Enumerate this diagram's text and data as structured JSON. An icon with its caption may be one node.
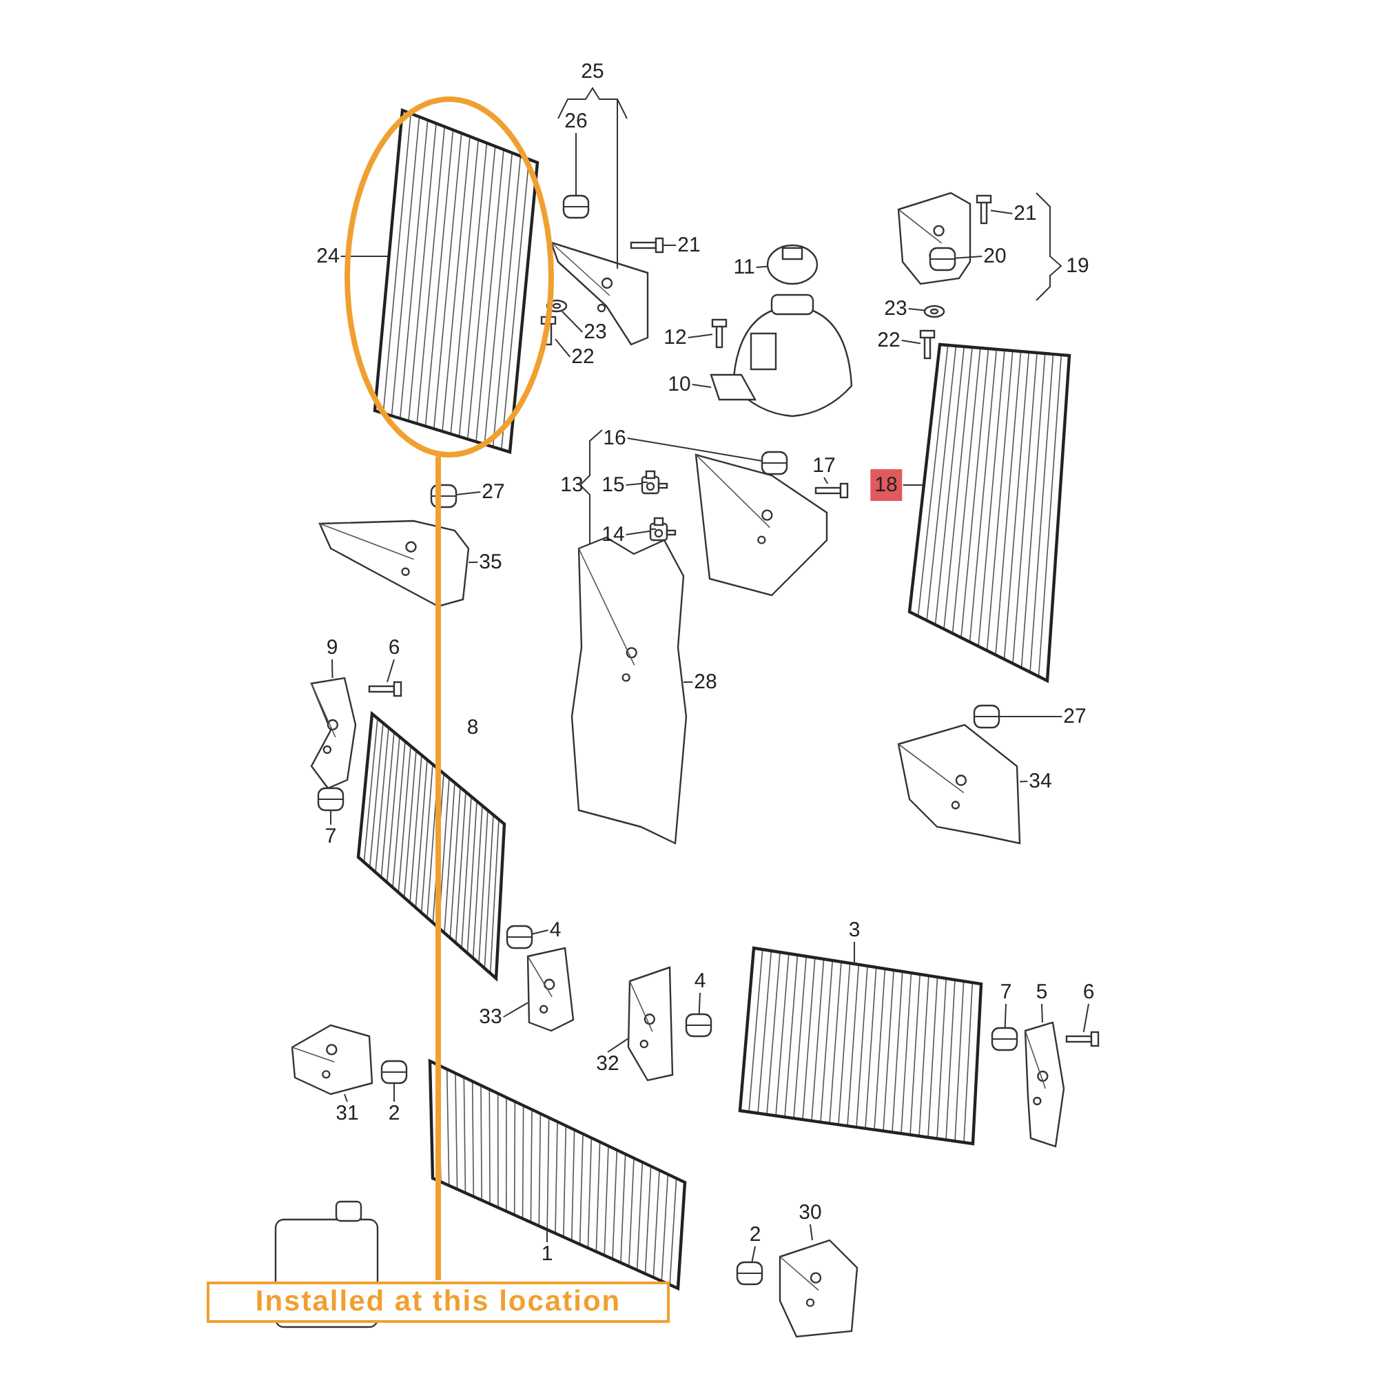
{
  "diagram": {
    "nodes": [
      {
        "text": [],
        "shape": "ellipse"
      },
      {
        "text": [
          "25"
        ]
      },
      {
        "text": [
          "26"
        ]
      },
      {
        "text": [
          "24"
        ]
      },
      {
        "text": [
          "21"
        ]
      },
      {
        "text": [
          "23"
        ]
      },
      {
        "text": [
          "22"
        ]
      },
      {
        "text": [
          "21"
        ]
      },
      {
        "text": [
          "20"
        ]
      },
      {
        "text": [
          "19"
        ]
      },
      {
        "text": [
          "11"
        ]
      },
      {
        "text": [
          "23"
        ]
      },
      {
        "text": [
          "12"
        ]
      },
      {
        "text": [
          "22"
        ]
      },
      {
        "text": [
          "10"
        ]
      },
      {
        "text": [
          "16"
        ]
      },
      {
        "text": [
          "17"
        ]
      },
      {
        "text": [
          "13"
        ]
      },
      {
        "text": [
          "15"
        ]
      },
      {
        "text": [
          "18"
        ]
      },
      {
        "text": [
          "27"
        ]
      },
      {
        "text": [
          "14"
        ]
      },
      {
        "text": [
          "35"
        ]
      },
      {
        "text": [
          "9"
        ]
      },
      {
        "text": [
          "6"
        ]
      },
      {
        "text": [
          "28"
        ]
      },
      {
        "text": [
          "27"
        ]
      },
      {
        "text": [
          "8"
        ]
      },
      {
        "text": [
          "34"
        ]
      },
      {
        "text": [
          "7"
        ]
      },
      {
        "text": [
          "3"
        ]
      },
      {
        "text": [
          "4"
        ]
      },
      {
        "text": [
          "7"
        ]
      },
      {
        "text": [
          "5"
        ]
      },
      {
        "text": [
          "6"
        ]
      },
      {
        "text": [
          "4"
        ]
      },
      {
        "text": [
          "33"
        ]
      },
      {
        "text": [
          "32"
        ]
      },
      {
        "text": [
          "31"
        ]
      },
      {
        "text": [
          "2"
        ]
      },
      {
        "text": [
          "30"
        ]
      },
      {
        "text": [
          "2"
        ]
      },
      {
        "text": [
          "1"
        ]
      },
      {
        "text": [
          "Installed at this location"
        ]
      },
      {
        "text": [],
        "shape": "picture",
        "in": 0
      },
      {
        "text": [],
        "shape": "picture"
      },
      {
        "text": [],
        "shape": "picture"
      },
      {
        "text": [],
        "shape": "picture"
      },
      {
        "text": [],
        "shape": "picture"
      },
      {
        "text": [],
        "shape": "picture"
      },
      {
        "text": [],
        "shape": "picture"
      },
      {
        "text": [],
        "shape": "picture"
      },
      {
        "text": [],
        "shape": "picture"
      },
      {
        "text": [],
        "shape": "picture"
      },
      {
        "text": [],
        "shape": "picture"
      },
      {
        "text": [],
        "shape": "picture"
      },
      {
        "text": [],
        "shape": "picture"
      },
      {
        "text": [],
        "shape": "picture"
      },
      {
        "text": [],
        "shape": "picture"
      },
      {
        "text": [],
        "shape": "picture"
      },
      {
        "text": [],
        "shape": "picture"
      },
      {
        "text": [],
        "shape": "picture"
      },
      {
        "text": [],
        "shape": "picture"
      },
      {
        "text": [],
        "shape": "picture"
      },
      {
        "text": [],
        "shape": "picture"
      },
      {
        "text": [],
        "shape": "picture"
      },
      {
        "text": [],
        "shape": "picture"
      },
      {
        "text": [],
        "shape": "picture"
      },
      {
        "text": [],
        "shape": "picture"
      },
      {
        "text": [],
        "shape": "picture"
      },
      {
        "text": [],
        "shape": "picture"
      },
      {
        "text": [],
        "shape": "picture"
      },
      {
        "text": [],
        "shape": "picture"
      },
      {
        "text": [],
        "shape": "picture"
      },
      {
        "text": [],
        "shape": "picture"
      },
      {
        "text": [],
        "shape": "picture"
      },
      {
        "text": [],
        "shape": "picture"
      },
      {
        "text": [],
        "shape": "picture"
      },
      {
        "text": [],
        "shape": "picture"
      },
      {
        "text": [],
        "shape": "picture"
      },
      {
        "text": [],
        "shape": "picture"
      },
      {
        "text": [],
        "shape": "picture"
      }
    ],
    "edges": [
      {
        "from": 2,
        "to": 45,
        "arrow": "none"
      },
      {
        "from": 3,
        "to": 44,
        "arrow": "none"
      },
      {
        "from": 4,
        "to": 46,
        "arrow": "none"
      },
      {
        "from": 5,
        "to": 47,
        "arrow": "none"
      },
      {
        "from": 6,
        "to": 48,
        "arrow": "none"
      },
      {
        "from": 7,
        "to": 49,
        "arrow": "none"
      },
      {
        "from": 8,
        "to": 50,
        "arrow": "none"
      },
      {
        "from": 10,
        "to": 51,
        "arrow": "none"
      },
      {
        "from": 11,
        "to": 52,
        "arrow": "none"
      },
      {
        "from": 12,
        "to": 53,
        "arrow": "none"
      },
      {
        "from": 13,
        "to": 54,
        "arrow": "none"
      },
      {
        "from": 14,
        "to": 55,
        "arrow": "none"
      },
      {
        "from": 15,
        "to": 56,
        "arrow": "none"
      },
      {
        "from": 16,
        "to": 57,
        "arrow": "none"
      },
      {
        "from": 18,
        "to": 58,
        "arrow": "none"
      },
      {
        "from": 19,
        "to": 59,
        "arrow": "none"
      },
      {
        "from": 20,
        "to": 60,
        "arrow": "none"
      },
      {
        "from": 21,
        "to": 61,
        "arrow": "none"
      },
      {
        "from": 22,
        "to": 62,
        "arrow": "none"
      },
      {
        "from": 23,
        "to": 63,
        "arrow": "none"
      },
      {
        "from": 24,
        "to": 64,
        "arrow": "none"
      },
      {
        "from": 25,
        "to": 65,
        "arrow": "none"
      },
      {
        "from": 26,
        "to": 66,
        "arrow": "none"
      },
      {
        "from": 28,
        "to": 67,
        "arrow": "none"
      },
      {
        "from": 29,
        "to": 68,
        "arrow": "none"
      },
      {
        "from": 30,
        "to": 69,
        "arrow": "none"
      },
      {
        "from": 31,
        "to": 70,
        "arrow": "none"
      },
      {
        "from": 32,
        "to": 71,
        "arrow": "none"
      },
      {
        "from": 33,
        "to": 72,
        "arrow": "none"
      },
      {
        "from": 34,
        "to": 73,
        "arrow": "none"
      },
      {
        "from": 35,
        "to": 74,
        "arrow": "none"
      },
      {
        "from": 36,
        "to": 75,
        "arrow": "none"
      },
      {
        "from": 37,
        "to": 76,
        "arrow": "none"
      },
      {
        "from": 38,
        "to": 77,
        "arrow": "none"
      },
      {
        "from": 39,
        "to": 78,
        "arrow": "none"
      },
      {
        "from": 40,
        "to": 79,
        "arrow": "none"
      },
      {
        "from": 41,
        "to": 80,
        "arrow": "none"
      },
      {
        "from": 42,
        "to": 81,
        "arrow": "none"
      },
      {
        "from": 43,
        "to": 0,
        "arrow": "none",
        "style": "thick",
        "color": "#f0a030"
      }
    ]
  }
}
